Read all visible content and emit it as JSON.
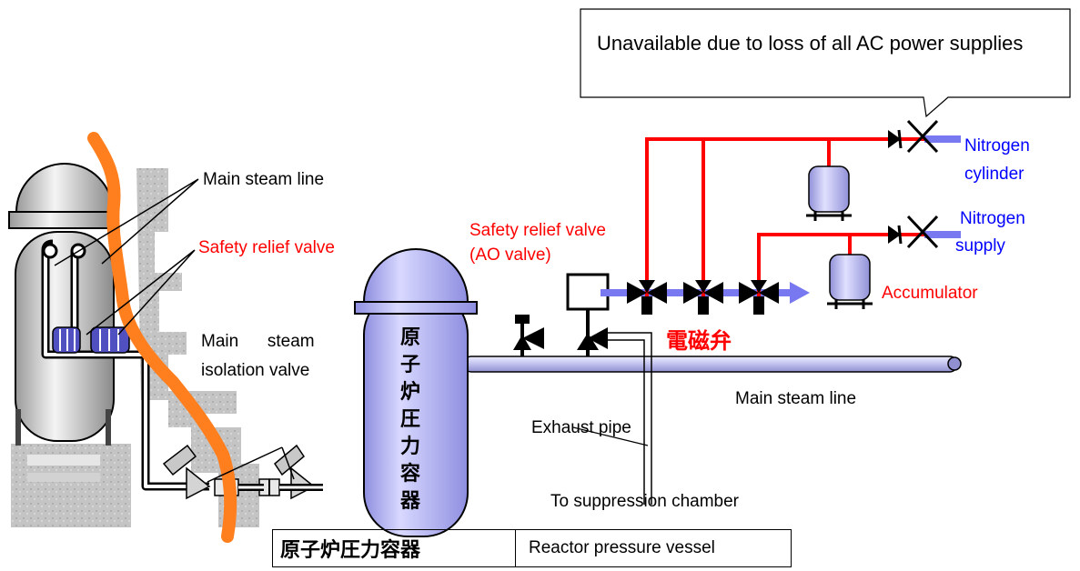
{
  "callout": {
    "text": "Unavailable due to loss of all AC power supplies"
  },
  "left_diagram": {
    "main_steam_line_label": "Main steam line",
    "safety_relief_valve_label": "Safety relief valve",
    "msiv_label_line1": "Main      steam",
    "msiv_label_line2": "isolation valve"
  },
  "right_diagram": {
    "srv_label_line1": "Safety relief valve",
    "srv_label_line2": "(AO valve)",
    "rpv_vertical_text": "原子炉圧力容器",
    "solenoid_valve_label": "電磁弁",
    "nitrogen_cylinder_line1": "Nitrogen",
    "nitrogen_cylinder_line2": "cylinder",
    "nitrogen_supply_line1": "Nitrogen",
    "nitrogen_supply_line2": "supply",
    "accumulator_label": "Accumulator",
    "main_steam_line_label": "Main steam line",
    "exhaust_pipe_label": "Exhaust pipe",
    "suppression_label": "To suppression chamber"
  },
  "legend": {
    "japanese": "原子炉圧力容器",
    "english": "Reactor pressure vessel"
  },
  "colors": {
    "nitrogen_line": "#ff0000",
    "steam_line_fill": "#c8c8f0",
    "vessel_fill": "#b8b8f0",
    "concrete": "#c8c8c8",
    "orange_boundary": "#ff7f1e",
    "flow_arrow": "#7878f0",
    "srv_blue": "#3030a0"
  }
}
